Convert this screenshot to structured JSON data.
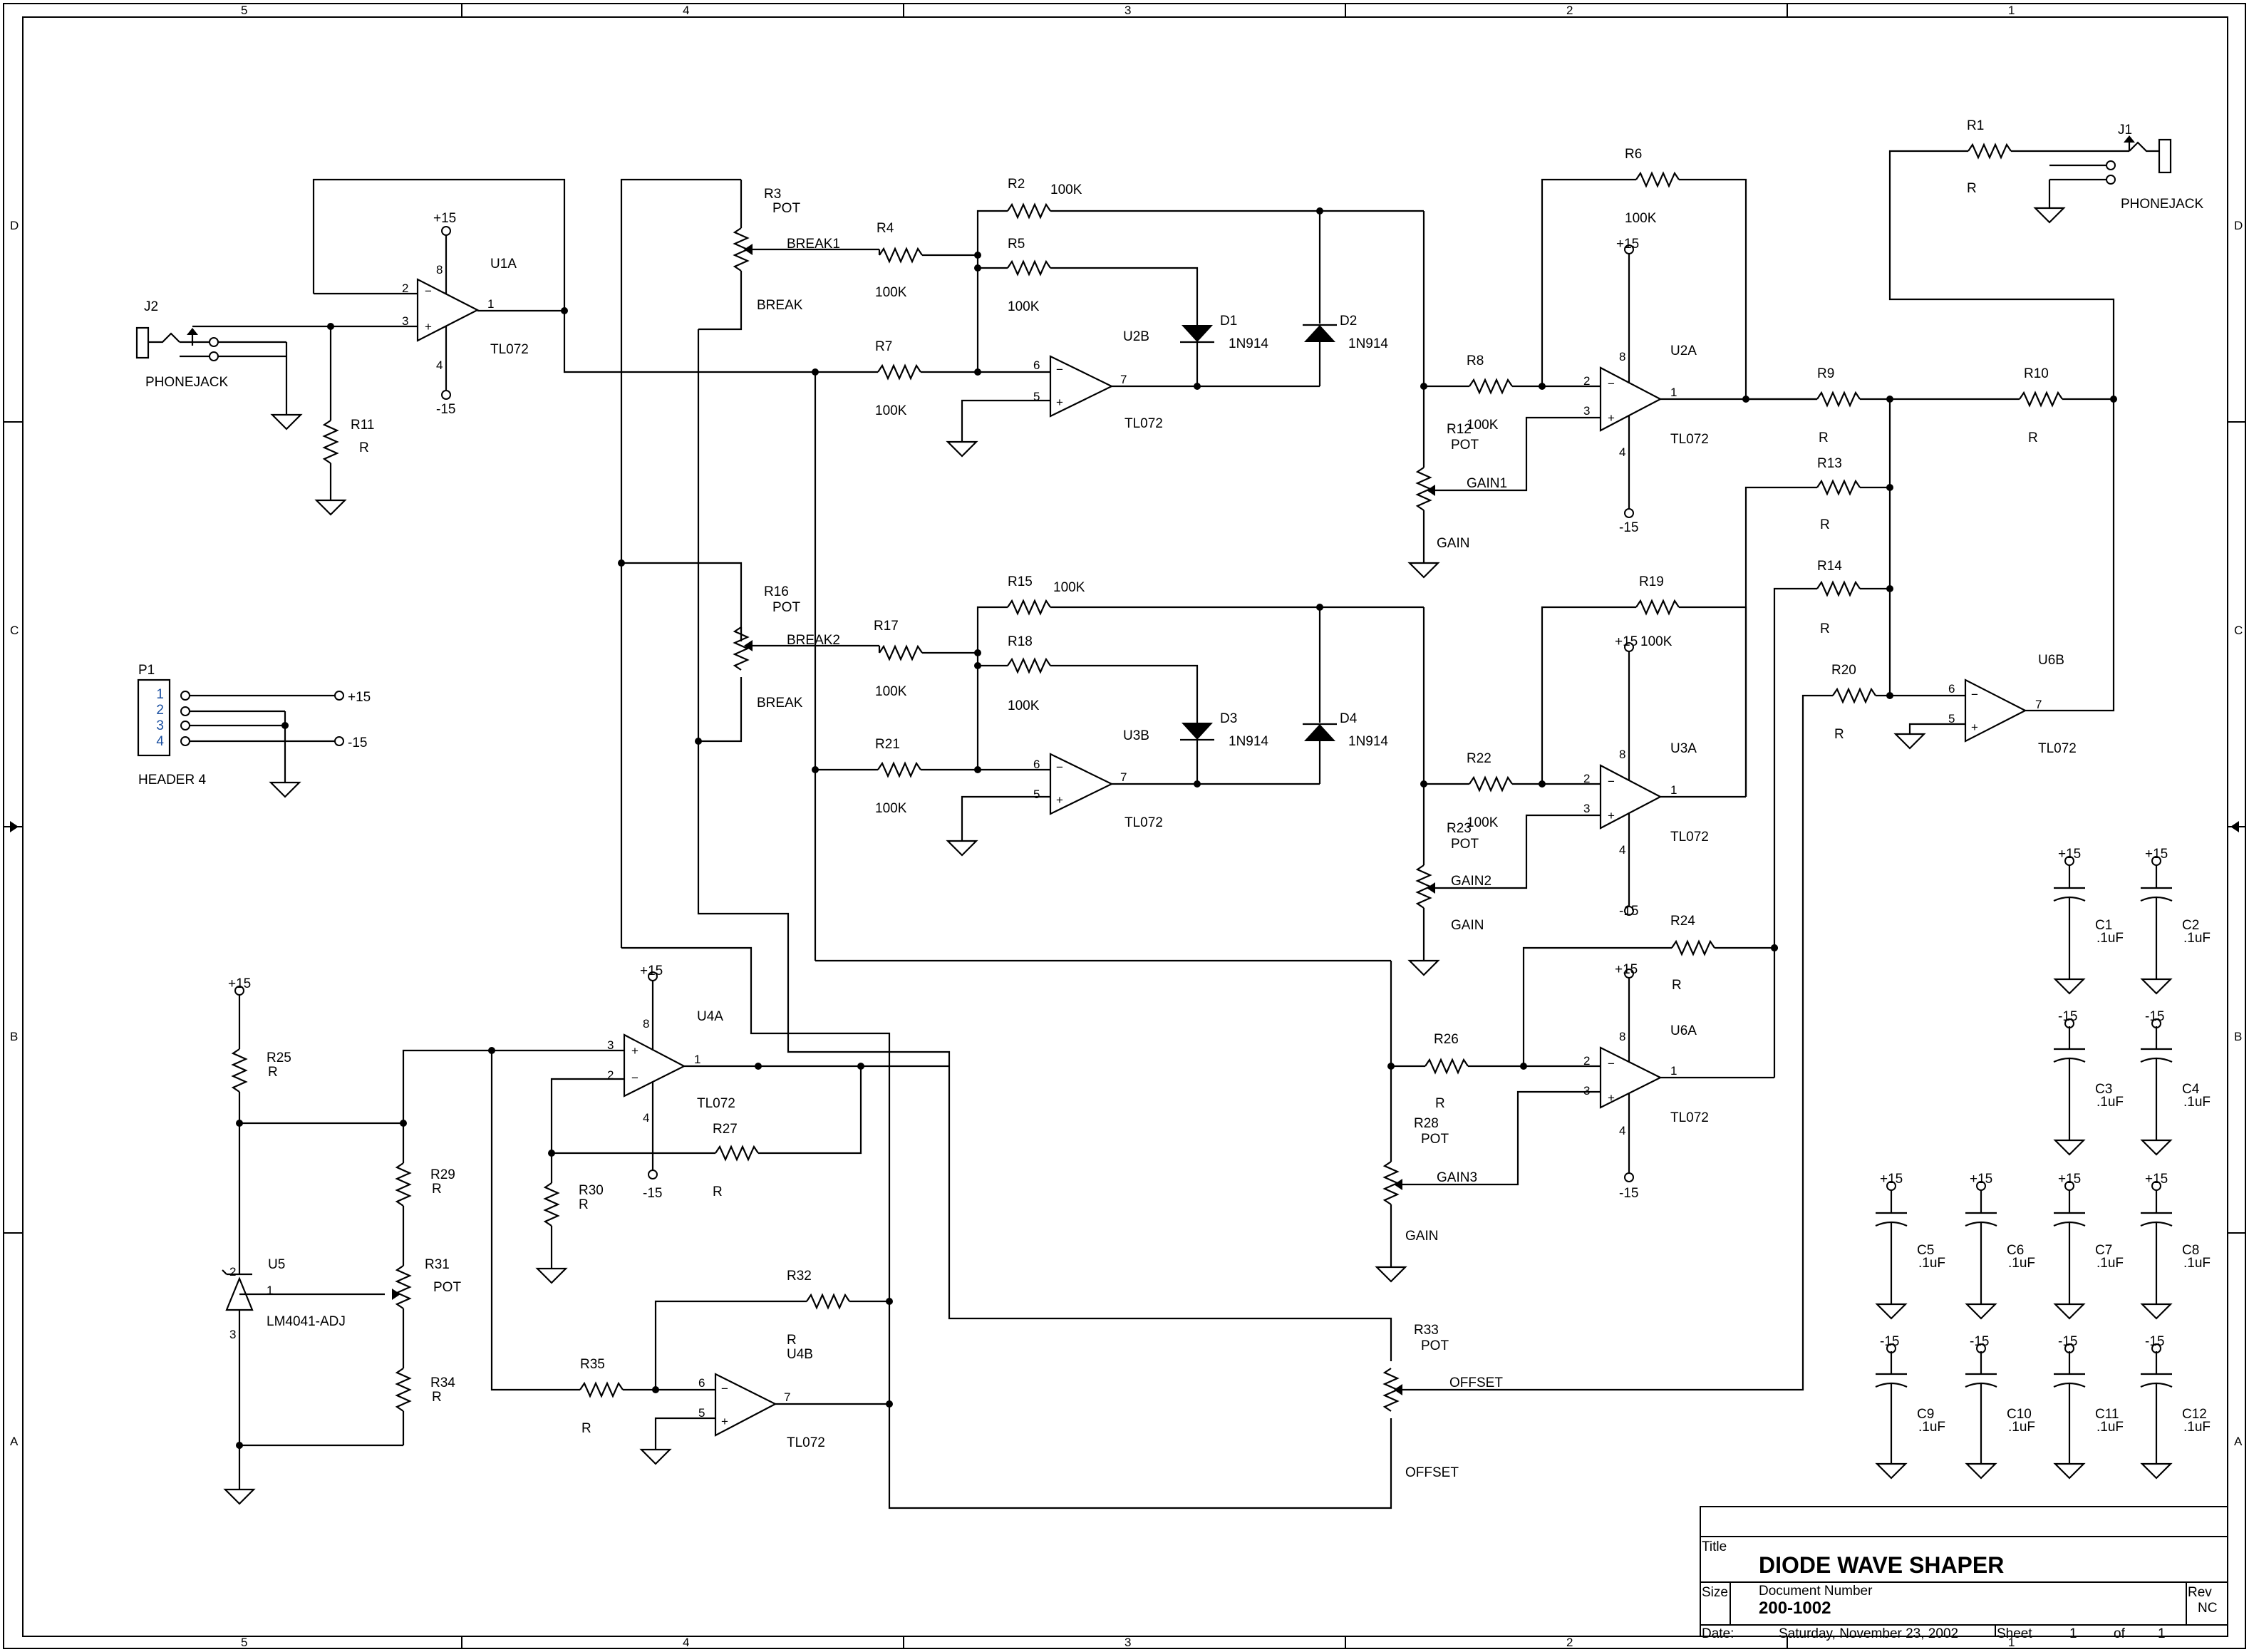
{
  "title_block": {
    "title_label": "Title",
    "title": "DIODE WAVE SHAPER",
    "size_label": "Size",
    "doc_number_label": "Document Number",
    "doc_number": "200-1002",
    "rev_label": "Rev",
    "rev": "NC",
    "date_label": "Date:",
    "date": "Saturday, November 23, 2002",
    "sheet_label": "Sheet",
    "sheet": "1",
    "of_label": "of",
    "of": "1"
  },
  "border": {
    "cols": [
      "5",
      "4",
      "3",
      "2",
      "1"
    ],
    "rows": [
      "D",
      "C",
      "B",
      "A"
    ]
  },
  "connectors": {
    "j2_ref": "J2",
    "j2_name": "PHONEJACK",
    "j1_ref": "J1",
    "j1_name": "PHONEJACK",
    "p1_ref": "P1",
    "p1_name": "HEADER 4",
    "p1_pins": [
      "1",
      "2",
      "3",
      "4"
    ],
    "p1_plus": "+15",
    "p1_minus": "-15"
  },
  "opamps": {
    "u1a": "U1A",
    "u2a": "U2A",
    "u2b": "U2B",
    "u3a": "U3A",
    "u3b": "U3B",
    "u4a": "U4A",
    "u4b": "U4B",
    "u6a": "U6A",
    "u6b": "U6B",
    "part": "TL072",
    "vplus": "+15",
    "vminus": "-15"
  },
  "resistors": {
    "R1": "R1",
    "R2": "R2",
    "R4": "R4",
    "R5": "R5",
    "R6": "R6",
    "R7": "R7",
    "R8": "R8",
    "R9": "R9",
    "R10": "R10",
    "R11": "R11",
    "R13": "R13",
    "R14": "R14",
    "R15": "R15",
    "R17": "R17",
    "R18": "R18",
    "R19": "R19",
    "R20": "R20",
    "R21": "R21",
    "R22": "R22",
    "R24": "R24",
    "R25": "R25",
    "R26": "R26",
    "R27": "R27",
    "R29": "R29",
    "R30": "R30",
    "R32": "R32",
    "R34": "R34",
    "R35": "R35",
    "val_100k": "100K",
    "val_r": "R"
  },
  "pots": {
    "R3": "R3",
    "R12": "R12",
    "R16": "R16",
    "R23": "R23",
    "R28": "R28",
    "R31": "R31",
    "R33": "R33",
    "pot": "POT",
    "break1": "BREAK1",
    "break2": "BREAK2",
    "break": "BREAK",
    "gain1": "GAIN1",
    "gain2": "GAIN2",
    "gain3": "GAIN3",
    "gain": "GAIN",
    "offset": "OFFSET"
  },
  "diodes": {
    "D1": "D1",
    "D2": "D2",
    "D3": "D3",
    "D4": "D4",
    "part": "1N914"
  },
  "reference": {
    "U5": "U5",
    "part": "LM4041-ADJ"
  },
  "capacitors": {
    "names": [
      "C1",
      "C2",
      "C3",
      "C4",
      "C5",
      "C6",
      "C7",
      "C8",
      "C9",
      "C10",
      "C11",
      "C12"
    ],
    "value": ".1uF"
  }
}
